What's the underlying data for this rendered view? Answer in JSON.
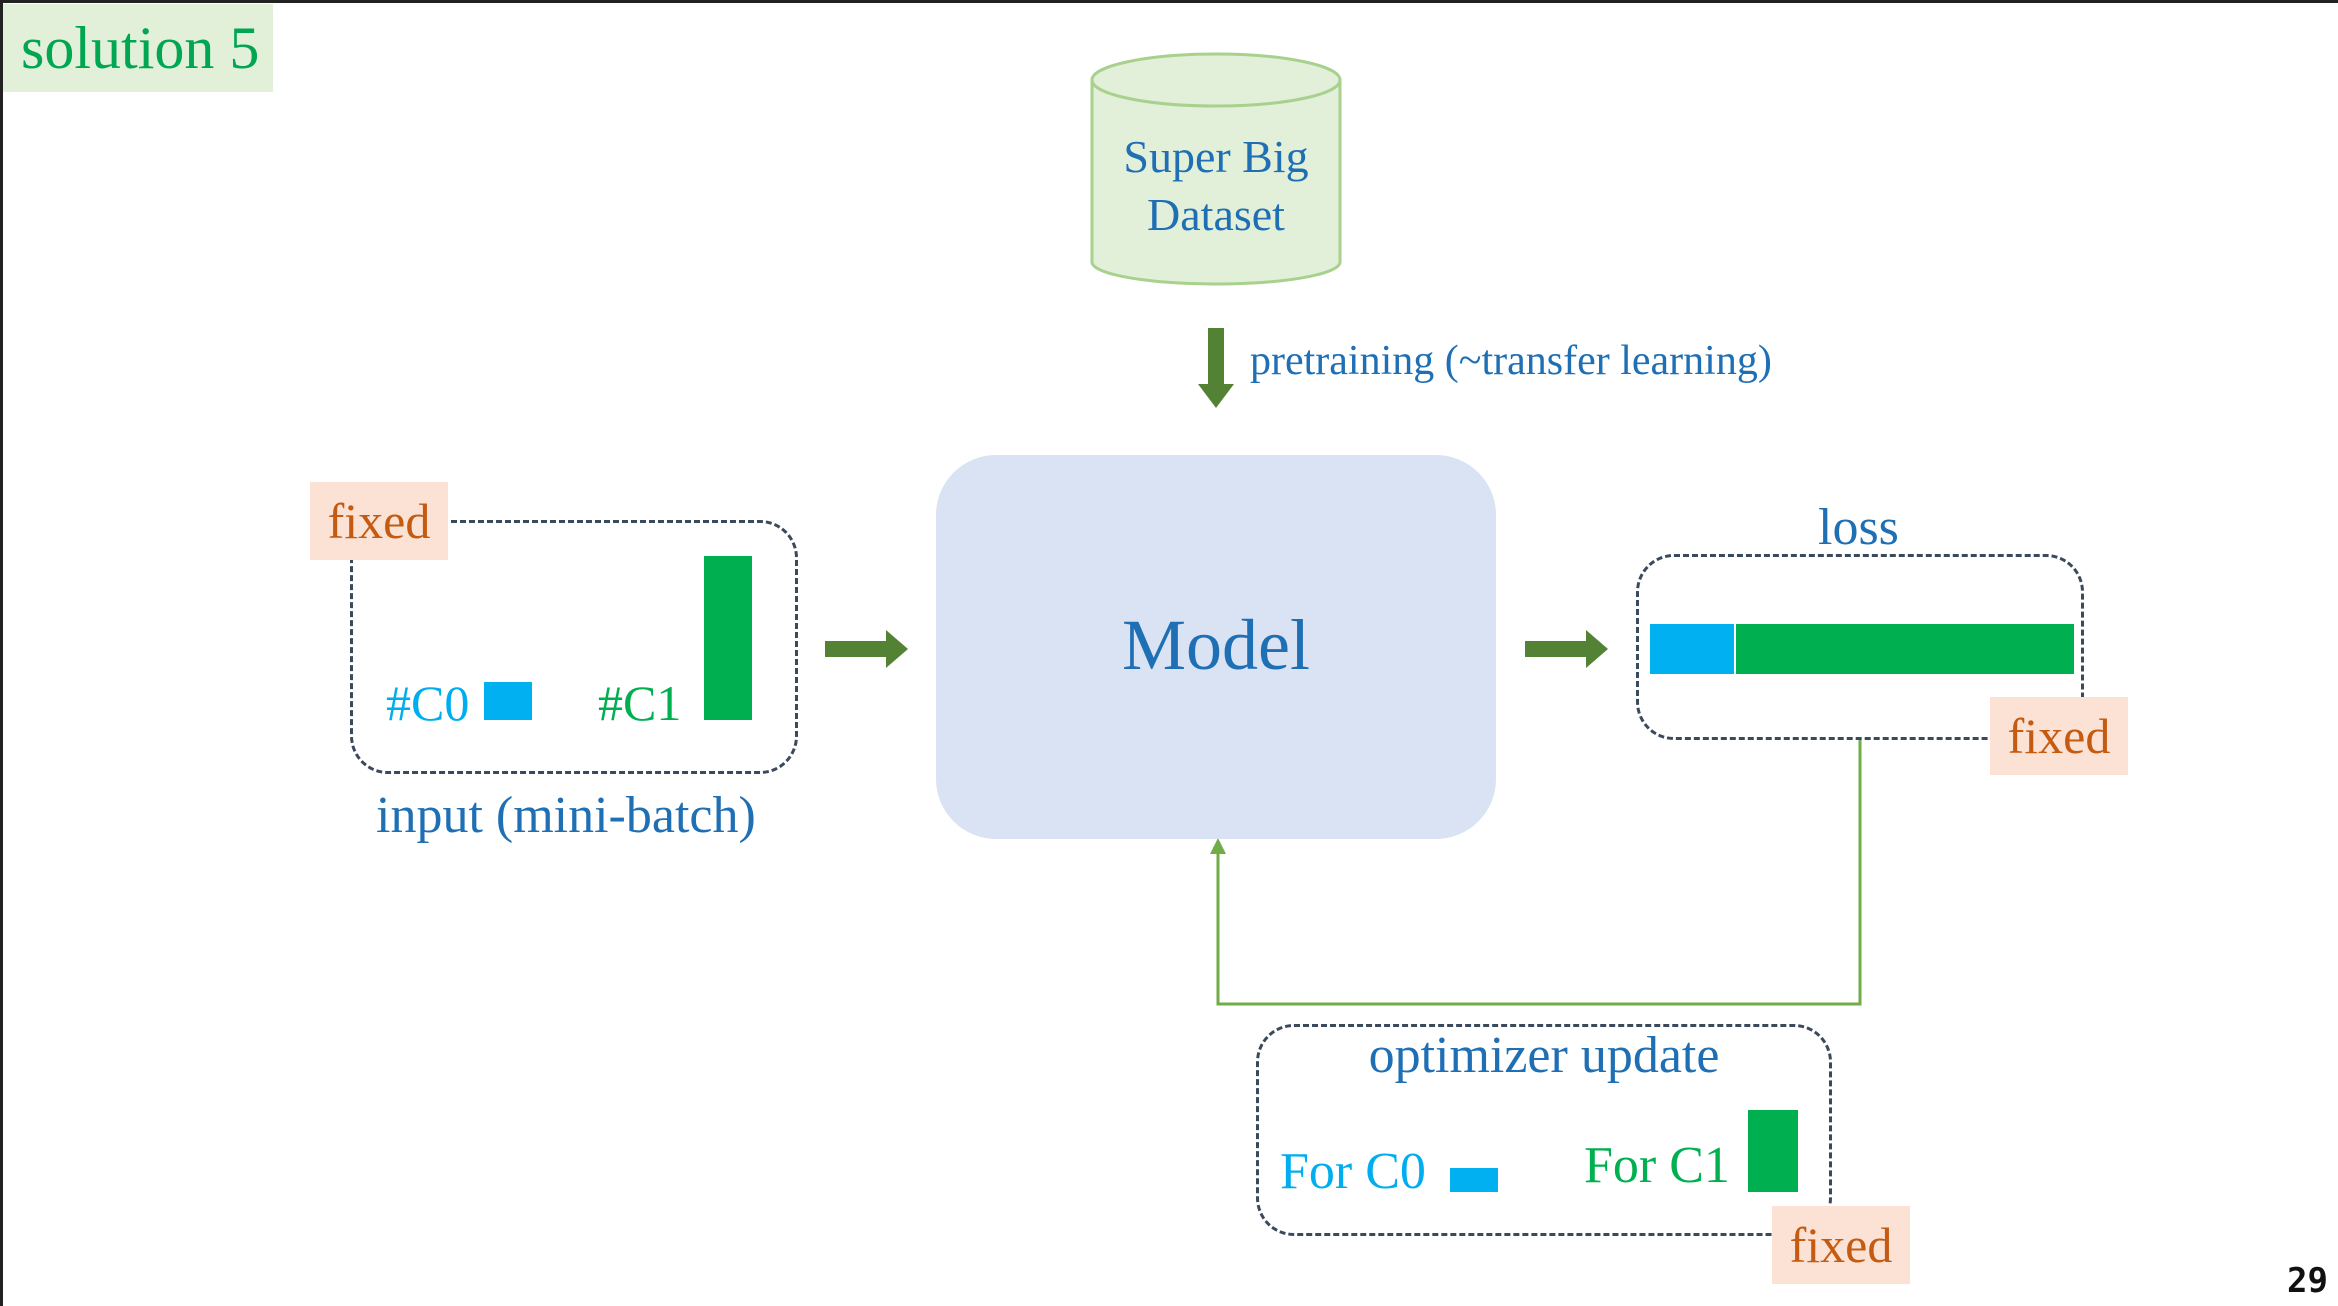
{
  "title": "solution 5",
  "dataset": {
    "line1": "Super Big",
    "line2": "Dataset"
  },
  "pretraining_label": "pretraining (~transfer learning)",
  "model_label": "Model",
  "input": {
    "caption": "input (mini-batch)",
    "class0_label": "#C0",
    "class1_label": "#C1",
    "fixed_tag": "fixed"
  },
  "loss": {
    "title": "loss",
    "fixed_tag": "fixed"
  },
  "optimizer": {
    "title": "optimizer update",
    "class0_label": "For C0",
    "class1_label": "For C1",
    "fixed_tag": "fixed"
  },
  "page_number": "29",
  "colors": {
    "class0": "#00b0f0",
    "class1": "#00b050",
    "arrow": "#548235",
    "feedback": "#70ad47"
  }
}
